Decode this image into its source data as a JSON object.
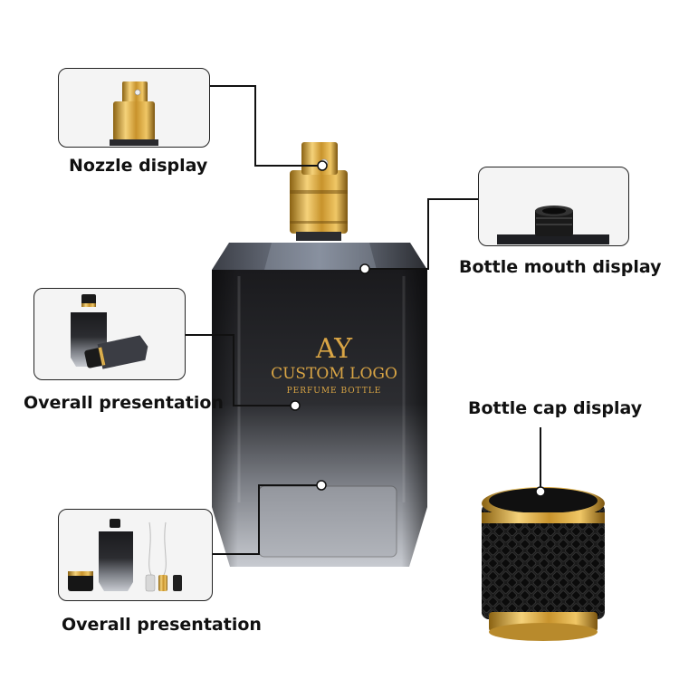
{
  "labels": {
    "nozzle": "Nozzle display",
    "bottle_mouth": "Bottle mouth display",
    "overall_top": "Overall presentation",
    "bottle_cap": "Bottle cap display",
    "overall_bottom": "Overall presentation"
  },
  "logo": {
    "monogram": "AY",
    "line1": "CUSTOM LOGO",
    "line2": "PERFUME BOTTLE"
  },
  "colors": {
    "gold": "#d9a545",
    "glass_dark": "#1b1b1e",
    "glass_light": "#c9ccd2",
    "leader_line": "#111111"
  }
}
